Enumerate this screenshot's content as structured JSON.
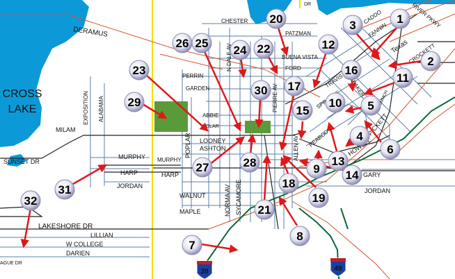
{
  "water": {
    "lake_label_1": "CROSS",
    "lake_label_2": "LAKE",
    "color": "#0b99d8"
  },
  "roads": {
    "deramus": "DERAMUS",
    "chester": "CHESTER",
    "patzman": "PATZMAN",
    "buena_vista": "BUENA VISTA",
    "ford": "FORD",
    "perrin": "PERRIN",
    "garden": "GARDEN",
    "abbie": "ABBIE",
    "polar": "POLAR",
    "milam": "MILAM",
    "looney": "LOONEY",
    "ashton": "ASHTON",
    "murphy_left": "MURPHY",
    "murphy_mid": "MURPHY",
    "harp_left": "HARP",
    "harp_mid": "HARP",
    "jordan_left": "JORDAN",
    "jordan_right": "JORDAN",
    "sunset": "SUNSET DR",
    "walnut": "WALNUT",
    "maple": "MAPLE",
    "lakeshore": "LAKESHORE DR",
    "lillian": "LILLIAN",
    "w_college": "W COLLEGE",
    "darien": "DARIEN",
    "ague": "AGUE DR",
    "gary": "GARY",
    "exposition": "EXPOSITION",
    "alabama": "ALABAMA",
    "poplar": "POPLAR",
    "norma": "NORMA AV",
    "sycamore": "SYCAMORE",
    "allen": "ALLEN AV",
    "pierre": "PIERRE AV",
    "n_dale": "N DALE AV",
    "travis": "TRAVIS",
    "sprague": "SPRAGUE",
    "baker": "BAKER",
    "peabody": "PEABODY",
    "howell": "HOWELL",
    "pickett": "PICKETT",
    "n_common": "N COMMON",
    "texas": "Texas",
    "crockett": "CROCKETT",
    "fannin": "FANNIN",
    "caddo": "CADDO",
    "river_pkwy": "RIVER PKWY",
    "dr_top": "DR"
  },
  "shields": [
    {
      "id": "i20",
      "label": "20"
    },
    {
      "id": "i49",
      "label": "49"
    }
  ],
  "markers": [
    {
      "n": "1"
    },
    {
      "n": "2"
    },
    {
      "n": "3"
    },
    {
      "n": "4"
    },
    {
      "n": "5"
    },
    {
      "n": "6"
    },
    {
      "n": "7"
    },
    {
      "n": "8"
    },
    {
      "n": "9"
    },
    {
      "n": "10"
    },
    {
      "n": "11"
    },
    {
      "n": "12"
    },
    {
      "n": "13"
    },
    {
      "n": "14"
    },
    {
      "n": "15"
    },
    {
      "n": "16"
    },
    {
      "n": "17"
    },
    {
      "n": "18"
    },
    {
      "n": "19"
    },
    {
      "n": "20"
    },
    {
      "n": "21"
    },
    {
      "n": "22"
    },
    {
      "n": "23"
    },
    {
      "n": "24"
    },
    {
      "n": "25"
    },
    {
      "n": "26"
    },
    {
      "n": "27"
    },
    {
      "n": "28"
    },
    {
      "n": "29"
    },
    {
      "n": "30"
    },
    {
      "n": "31"
    },
    {
      "n": "32"
    }
  ],
  "colors": {
    "street": "#5a7fa8",
    "arterial": "#222222",
    "rail": "#d9542a",
    "boundary": "#f0e000",
    "interstate": "#0a6a3a",
    "park": "#5a9a3a",
    "arrow": "#e01818",
    "marker_fill": "#ffffff",
    "marker_shadow": "#7070a0"
  }
}
